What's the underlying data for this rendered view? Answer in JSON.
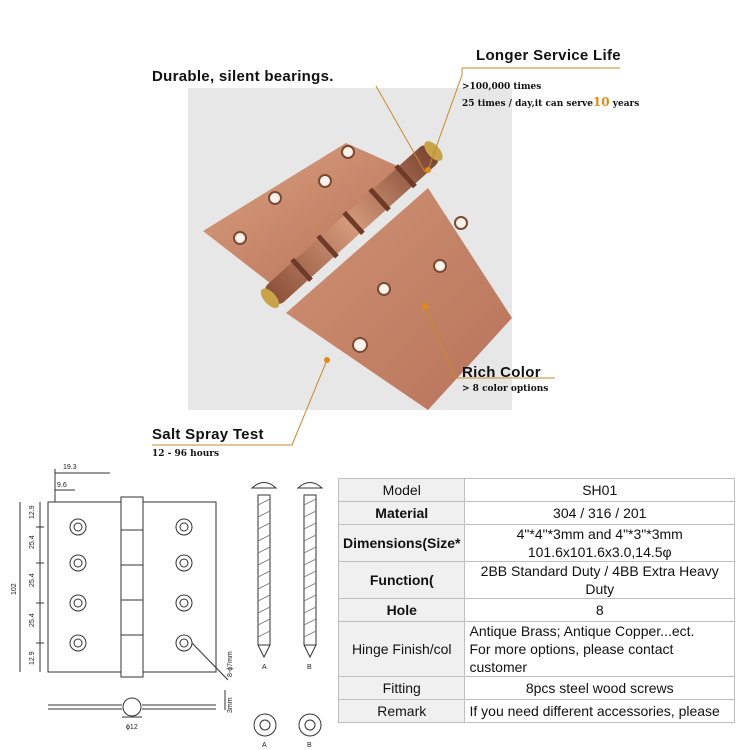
{
  "callouts": {
    "bearings_title": "Durable, silent bearings.",
    "service_title": "Longer Service Life",
    "service_line1": ">100,000 times",
    "service_line2_prefix": "25 times / day,it can serve",
    "service_line2_number": "10",
    "service_line2_suffix": "years",
    "color_title": "Rich Color",
    "color_sub": "> 8 color options",
    "salt_title": "Salt Spray Test",
    "salt_sub": "12 - 96 hours"
  },
  "drawing": {
    "dim_top": "19.3",
    "dim_top2": "9.6",
    "dim_left": [
      "12.9",
      "25.4",
      "25.4",
      "25.4",
      "12.9"
    ],
    "dim_height": "102",
    "dim_hole": "8-ϕ7mm",
    "dim_thickness": "3mm",
    "dim_pin": "ϕ12",
    "screw_label_a": "A",
    "screw_label_b": "B"
  },
  "colors": {
    "accent": "#e08a1a",
    "hinge": "#c98a6a",
    "line": "#333333"
  },
  "spec_table": {
    "rows": [
      {
        "key": "Model",
        "bold": false,
        "values": [
          "SH01"
        ]
      },
      {
        "key": "Material",
        "bold": true,
        "values": [
          "304 / 316 / 201"
        ]
      },
      {
        "key": "Dimensions(Size*",
        "bold": true,
        "values": [
          "4\"*4\"*3mm and 4\"*3\"*3mm",
          "101.6x101.6x3.0,14.5φ"
        ]
      },
      {
        "key": "Function(",
        "bold": true,
        "values": [
          "2BB Standard Duty / 4BB Extra Heavy Duty"
        ]
      },
      {
        "key": "Hole",
        "bold": true,
        "values": [
          "8"
        ]
      },
      {
        "key": "Hinge Finish/col",
        "bold": false,
        "values": [
          "Antique Brass; Antique Copper...ect.",
          "For more options, please contact customer"
        ]
      },
      {
        "key": "Fitting",
        "bold": false,
        "values": [
          "8pcs steel wood screws"
        ]
      },
      {
        "key": "Remark",
        "bold": false,
        "values": [
          "If you need different accessories, please"
        ]
      }
    ]
  }
}
